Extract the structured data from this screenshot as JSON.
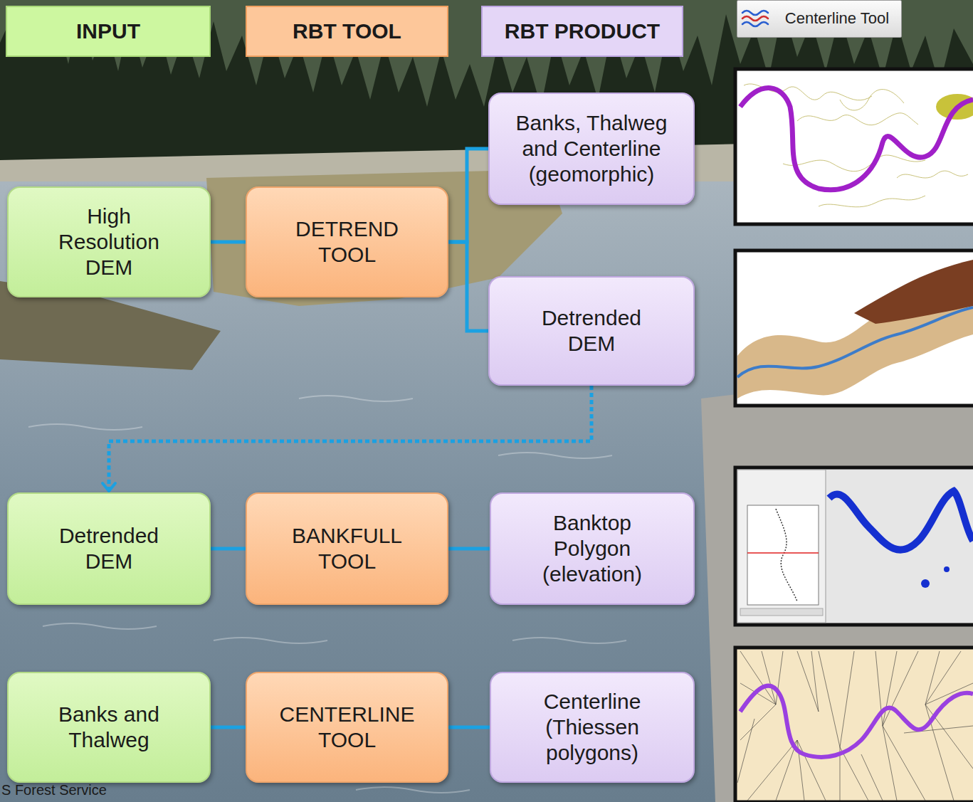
{
  "diagram": {
    "nodes": [
      {
        "text": [
          "INPUT"
        ]
      },
      {
        "text": [
          "RBT TOOL"
        ]
      },
      {
        "text": [
          "RBT PRODUCT"
        ]
      },
      {
        "text": [
          "Centerline Tool"
        ]
      },
      {
        "text": [
          "Banks, Thalweg and Centerline (geomorphic)"
        ]
      },
      {
        "text": [
          "High Resolution DEM"
        ]
      },
      {
        "text": [
          "DETREND TOOL"
        ]
      },
      {
        "text": [
          "Detrended DEM"
        ]
      },
      {
        "text": [
          "Detrended DEM"
        ]
      },
      {
        "text": [
          "BANKFULL TOOL"
        ]
      },
      {
        "text": [
          "Banktop Polygon (elevation)"
        ]
      },
      {
        "text": [
          "Banks and Thalweg"
        ]
      },
      {
        "text": [
          "CENTERLINE TOOL"
        ]
      },
      {
        "text": [
          "Centerline (Thiessen polygons)"
        ]
      }
    ],
    "edges": [
      {
        "from": 5,
        "to": 6,
        "arrow": "none"
      },
      {
        "from": 6,
        "to": 4,
        "arrow": "none"
      },
      {
        "from": 6,
        "to": 7,
        "arrow": "none"
      },
      {
        "from": 7,
        "to": 8,
        "arrow": "to"
      },
      {
        "from": 8,
        "to": 9,
        "arrow": "none"
      },
      {
        "from": 9,
        "to": 10,
        "arrow": "none"
      },
      {
        "from": 11,
        "to": 12,
        "arrow": "none"
      },
      {
        "from": 12,
        "to": 13,
        "arrow": "none"
      }
    ],
    "labels": [
      "S Forest Service"
    ]
  }
}
